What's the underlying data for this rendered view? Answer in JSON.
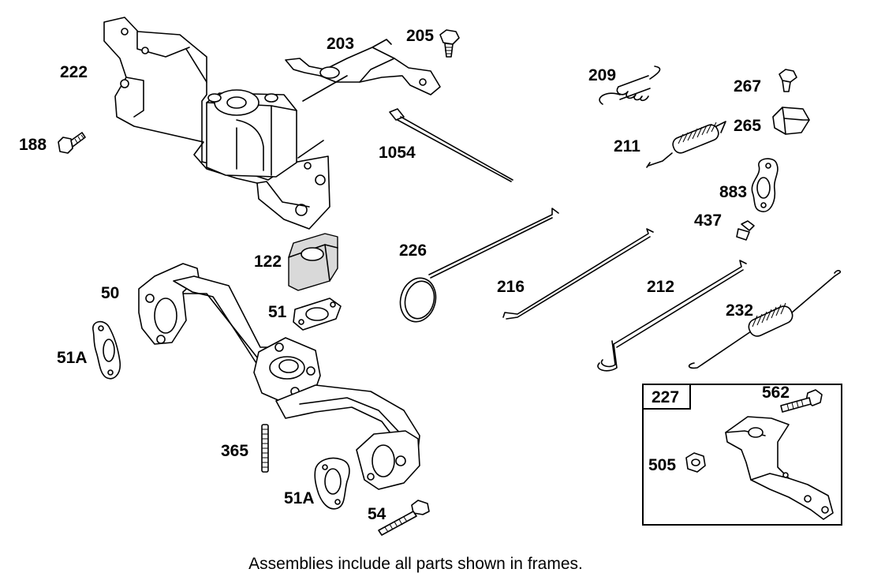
{
  "labels": {
    "p222": "222",
    "p203": "203",
    "p205": "205",
    "p209": "209",
    "p267": "267",
    "p188": "188",
    "p1054": "1054",
    "p211": "211",
    "p265": "265",
    "p883": "883",
    "p437": "437",
    "p122": "122",
    "p226": "226",
    "p50": "50",
    "p216": "216",
    "p212": "212",
    "p51": "51",
    "p232": "232",
    "p51a_left": "51A",
    "p227": "227",
    "p562": "562",
    "p365": "365",
    "p505": "505",
    "p51a_bottom": "51A",
    "p54": "54"
  },
  "caption": "Assemblies include all parts shown in frames."
}
